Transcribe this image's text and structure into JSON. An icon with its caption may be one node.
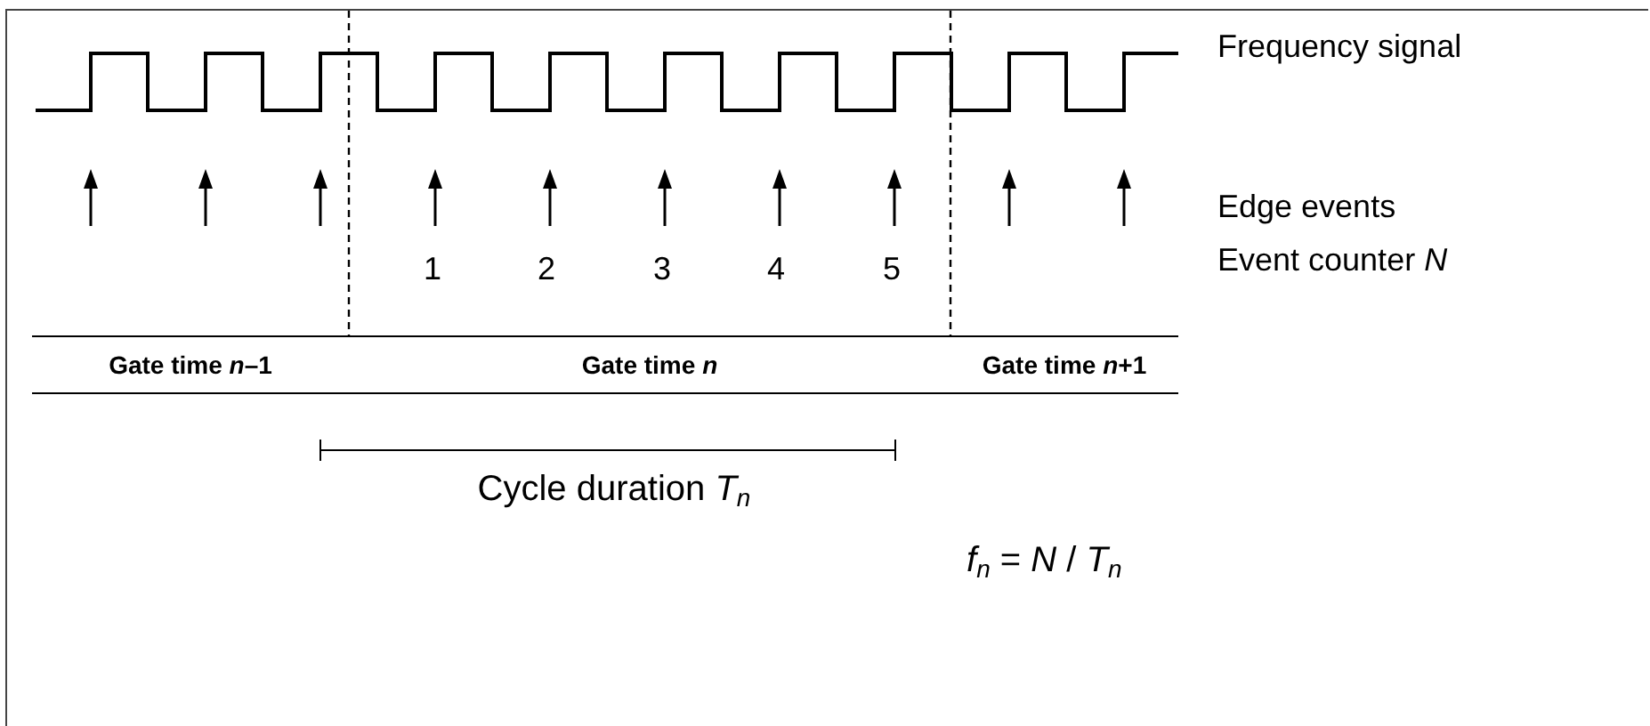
{
  "diagram": {
    "labels": [
      "Frequency signal",
      "Edge events",
      "1",
      "2",
      "3",
      "4",
      "5",
      "Event counter *N*",
      "Gate time *n*–1",
      "Gate time *n*",
      "Gate time *n*+1",
      "Cycle duration *T*$_{n}$",
      "*f*$_{n}$ = *N* / *T*$_{n}$"
    ]
  }
}
